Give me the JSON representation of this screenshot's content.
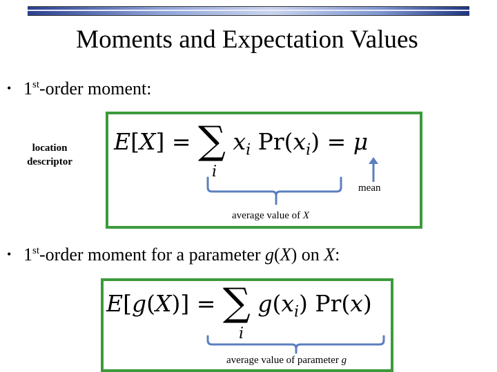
{
  "slide": {
    "title": "Moments and Expectation Values",
    "bullets": [
      {
        "bullet": "•",
        "order": "1",
        "superscript": "st",
        "text": "-order moment:"
      },
      {
        "bullet": "•",
        "order": "1",
        "superscript": "st",
        "text_before": "-order moment for a parameter ",
        "param": "g",
        "paren_open": "(",
        "var": "X",
        "paren_close": ")",
        "text_on": " on ",
        "var2": "X",
        "colon": ":"
      }
    ],
    "equation1": {
      "lhs_E": "E",
      "lhs_open": "[",
      "lhs_X": "X",
      "lhs_close": "]",
      "equals": "=",
      "sigma": "∑",
      "sum_index": "i",
      "x": "x",
      "x_sub": "i",
      "pr": "Pr",
      "pr_open": "(",
      "pr_x": "x",
      "pr_x_sub": "i",
      "pr_close": ")",
      "equals2": "=",
      "mu": "μ"
    },
    "equation2": {
      "lhs_E": "E",
      "lhs_open": "[",
      "lhs_g": "g",
      "lhs_paren_open": "(",
      "lhs_X": "X",
      "lhs_paren_close": ")",
      "lhs_close": "]",
      "equals": "=",
      "sigma": "∑",
      "sum_index": "i",
      "g": "g",
      "g_open": "(",
      "g_x": "x",
      "g_x_sub": "i",
      "g_close": ")",
      "pr": "Pr",
      "pr_open": "(",
      "pr_x": "x",
      "pr_close": ")"
    },
    "annotations": {
      "location_descriptor": "location descriptor",
      "mean": "mean",
      "average_value_prefix": "average value of ",
      "average_value_var": "X",
      "average_param_prefix": "average value of parameter ",
      "average_param_var": "g"
    },
    "colors": {
      "box_border": "#3c9a3c",
      "brace": "#5b7fbf",
      "arrow": "#5b7fbf",
      "top_bar": "#2b3f8f"
    }
  }
}
